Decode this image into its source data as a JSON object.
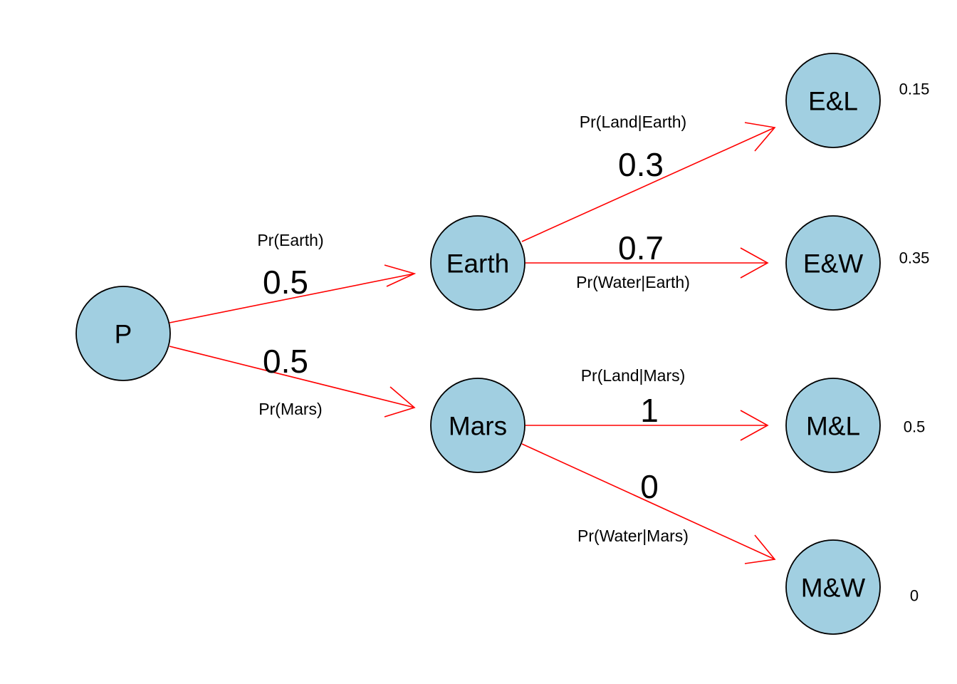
{
  "colors": {
    "node_fill": "#a1cfe1",
    "node_stroke": "#000000",
    "edge": "#ff0000",
    "text": "#000000"
  },
  "nodes": {
    "root": {
      "label": "P"
    },
    "earth": {
      "label": "Earth"
    },
    "mars": {
      "label": "Mars"
    },
    "el": {
      "label": "E&L",
      "joint": "0.15"
    },
    "ew": {
      "label": "E&W",
      "joint": "0.35"
    },
    "ml": {
      "label": "M&L",
      "joint": "0.5"
    },
    "mw": {
      "label": "M&W",
      "joint": "0"
    }
  },
  "edges": {
    "p_earth": {
      "prob": "0.5",
      "label": "Pr(Earth)"
    },
    "p_mars": {
      "prob": "0.5",
      "label": "Pr(Mars)"
    },
    "earth_land": {
      "prob": "0.3",
      "label": "Pr(Land|Earth)"
    },
    "earth_water": {
      "prob": "0.7",
      "label": "Pr(Water|Earth)"
    },
    "mars_land": {
      "prob": "1",
      "label": "Pr(Land|Mars)"
    },
    "mars_water": {
      "prob": "0",
      "label": "Pr(Water|Mars)"
    }
  }
}
